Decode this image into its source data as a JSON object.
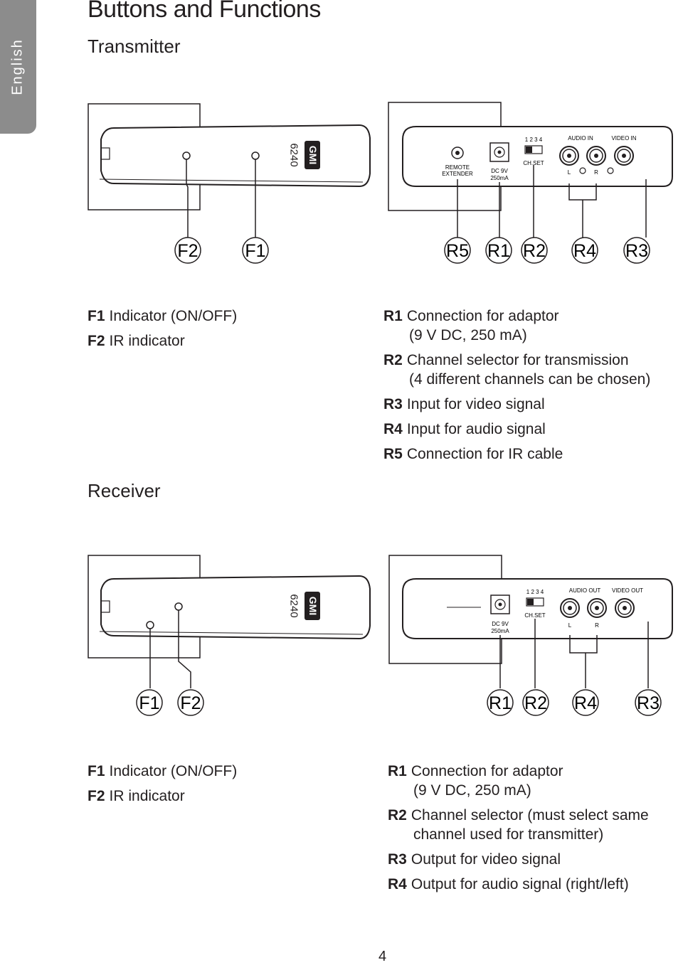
{
  "language_tab": "English",
  "page_title": "Buttons and Functions",
  "transmitter": {
    "heading": "Transmitter",
    "device_brand": "GMI",
    "device_model": "6240",
    "panel": {
      "remote_extender": [
        "REMOTE",
        "EXTENDER"
      ],
      "dc": [
        "DC 9V",
        "250mA"
      ],
      "channels": "1 2 3 4",
      "chset": "CH.SET",
      "audio": "AUDIO IN",
      "video": "VIDEO IN",
      "left": "L",
      "right": "R"
    },
    "callouts": [
      "F2",
      "F1",
      "R5",
      "R1",
      "R2",
      "R4",
      "R3"
    ],
    "front_items": [
      {
        "code": "F1",
        "text": "Indicator (ON/OFF)"
      },
      {
        "code": "F2",
        "text": "IR indicator"
      }
    ],
    "rear_items": [
      {
        "code": "R1",
        "text": "Connection for adaptor",
        "cont": "(9 V DC, 250 mA)"
      },
      {
        "code": "R2",
        "text": "Channel selector for transmission",
        "cont": "(4 different channels can be chosen)"
      },
      {
        "code": "R3",
        "text": "Input for video signal"
      },
      {
        "code": "R4",
        "text": "Input for audio signal"
      },
      {
        "code": "R5",
        "text": "Connection for IR cable"
      }
    ]
  },
  "receiver": {
    "heading": "Receiver",
    "device_brand": "GMI",
    "device_model": "6240",
    "panel": {
      "dc": [
        "DC 9V",
        "250mA"
      ],
      "channels": "1 2 3 4",
      "chset": "CH.SET",
      "audio": "AUDIO OUT",
      "video": "VIDEO OUT",
      "left": "L",
      "right": "R"
    },
    "callouts": [
      "F1",
      "F2",
      "R1",
      "R2",
      "R4",
      "R3"
    ],
    "front_items": [
      {
        "code": "F1",
        "text": "Indicator (ON/OFF)"
      },
      {
        "code": "F2",
        "text": "IR indicator"
      }
    ],
    "rear_items": [
      {
        "code": "R1",
        "text": "Connection for adaptor",
        "cont": "(9 V DC, 250 mA)"
      },
      {
        "code": "R2",
        "text": "Channel selector (must select same",
        "cont": "channel used for transmitter)"
      },
      {
        "code": "R3",
        "text": "Output for video signal"
      },
      {
        "code": "R4",
        "text": "Output for audio signal (right/left)"
      }
    ]
  },
  "page_number": "4"
}
